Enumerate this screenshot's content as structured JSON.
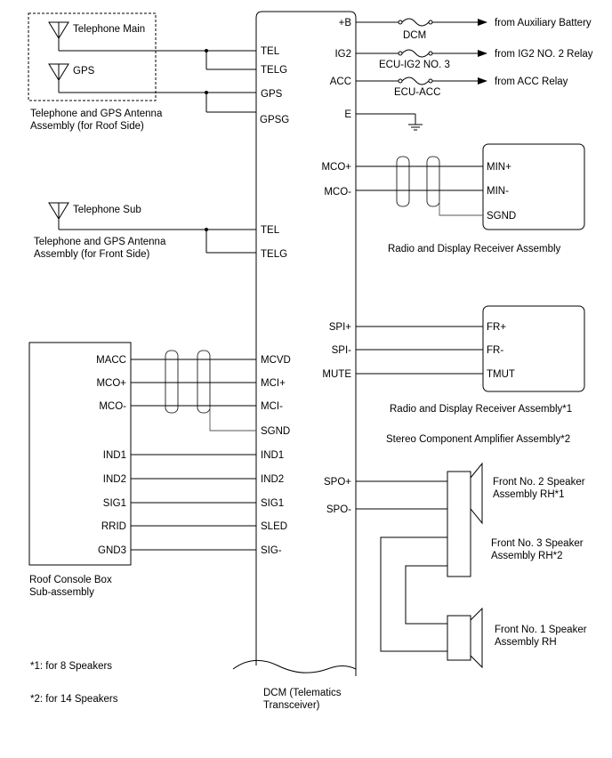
{
  "antenna_roof": {
    "tel_main": "Telephone Main",
    "gps": "GPS",
    "caption_1": "Telephone and GPS Antenna",
    "caption_2": "Assembly (for Roof Side)"
  },
  "antenna_front": {
    "tel_sub": "Telephone Sub",
    "caption_1": "Telephone and GPS Antenna",
    "caption_2": "Assembly (for Front Side)"
  },
  "dcm": {
    "left_pins": [
      "TEL",
      "TELG",
      "GPS",
      "GPSG",
      "TEL",
      "TELG",
      "MCVD",
      "MCI+",
      "MCI-",
      "SGND",
      "IND1",
      "IND2",
      "SIG1",
      "SLED",
      "SIG-"
    ],
    "right_pins": [
      "+B",
      "IG2",
      "ACC",
      "E",
      "MCO+",
      "MCO-",
      "SPI+",
      "SPI-",
      "MUTE",
      "SPO+",
      "SPO-"
    ],
    "caption_1": "DCM (Telematics",
    "caption_2": "Transceiver)"
  },
  "power": {
    "fuses": [
      "DCM",
      "ECU-IG2 NO. 3",
      "ECU-ACC"
    ],
    "sources": [
      "from Auxiliary Battery",
      "from IG2 NO. 2 Relay",
      "from ACC Relay"
    ]
  },
  "radio_1": {
    "pins": [
      "MIN+",
      "MIN-",
      "SGND"
    ],
    "caption": "Radio and Display Receiver Assembly"
  },
  "radio_2": {
    "pins": [
      "FR+",
      "FR-",
      "TMUT"
    ],
    "caption_1": "Radio and Display Receiver Assembly*1",
    "caption_2": "Stereo Component Amplifier Assembly*2"
  },
  "roof_console": {
    "pins": [
      "MACC",
      "MCO+",
      "MCO-",
      "IND1",
      "IND2",
      "SIG1",
      "RRID",
      "GND3"
    ],
    "caption_1": "Roof Console Box",
    "caption_2": "Sub-assembly"
  },
  "speakers": {
    "spk2_1": "Front No. 2 Speaker",
    "spk2_2": "Assembly RH*1",
    "spk3_1": "Front No. 3 Speaker",
    "spk3_2": "Assembly RH*2",
    "spk1_1": "Front No. 1 Speaker",
    "spk1_2": "Assembly RH"
  },
  "footnotes": [
    "*1: for 8 Speakers",
    "*2: for 14 Speakers"
  ]
}
